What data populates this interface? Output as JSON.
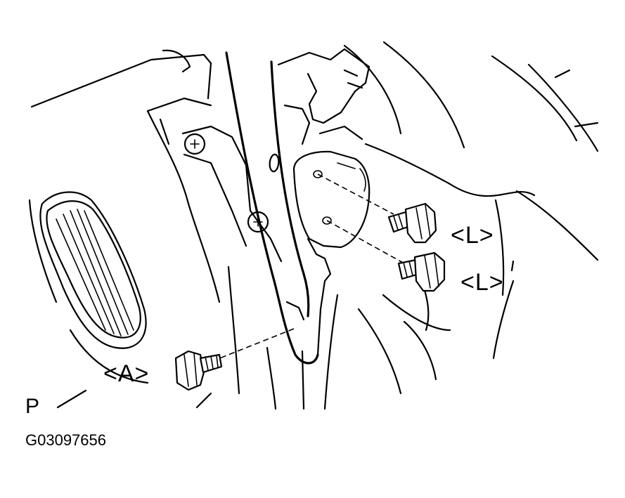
{
  "labels": {
    "bolt_l_upper": "<L>",
    "bolt_l_lower": "<L>",
    "bolt_a": "<A>",
    "view_letter": "P",
    "illustration_code": "G03097656"
  },
  "colors": {
    "ink": "#000000",
    "paper": "#ffffff"
  }
}
